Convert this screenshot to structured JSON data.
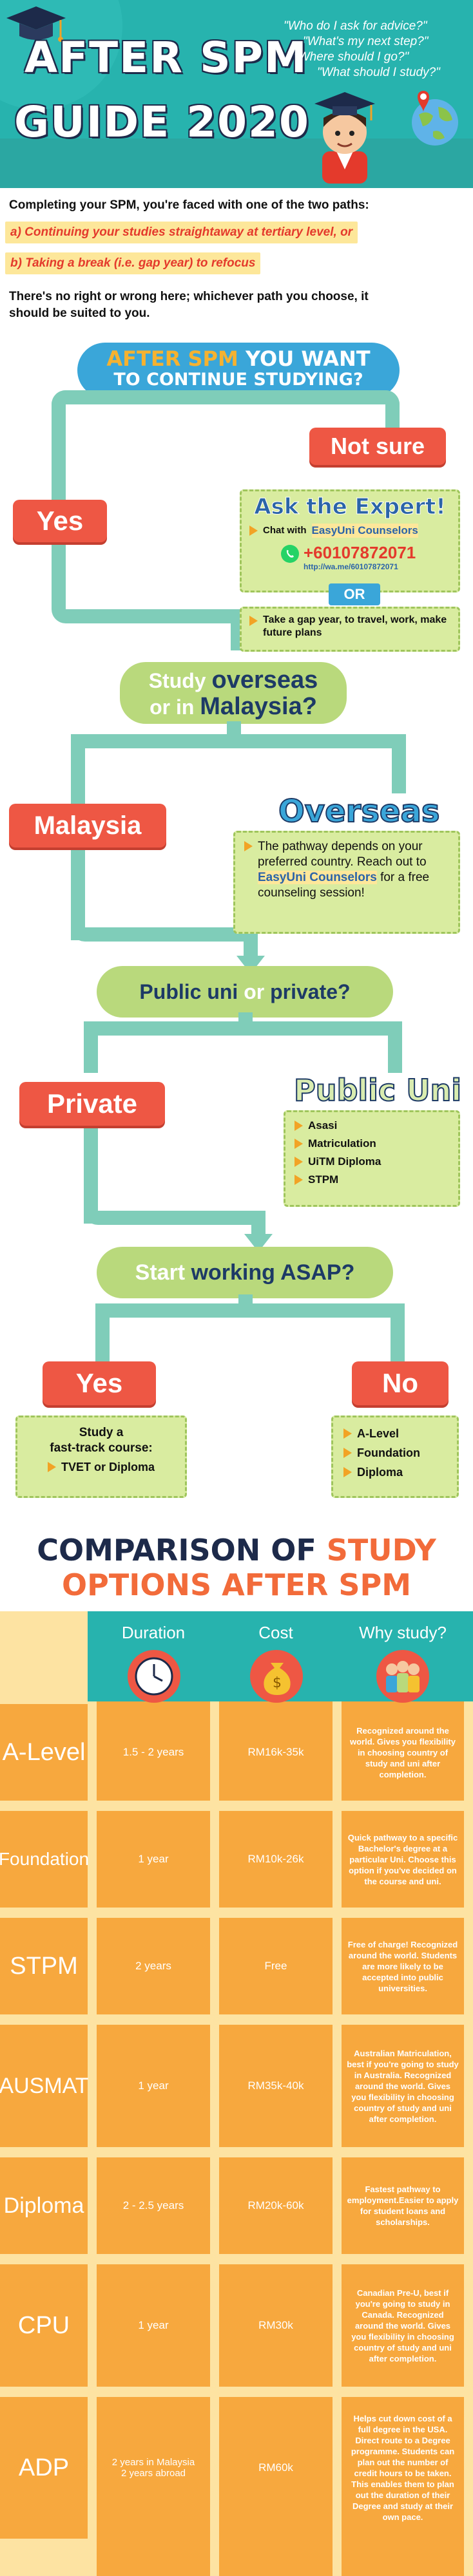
{
  "header": {
    "title_line1": "AFTER SPM",
    "title_line2": "GUIDE 2020",
    "questions": [
      "\"Who do I ask for advice?\"",
      "\"What's my next step?\"",
      "\"Where should I go?\"",
      "\"What should I study?\""
    ]
  },
  "intro": {
    "lead": "Completing your SPM, you're faced with one of the two paths:",
    "path_a": "a) Continuing your studies straightaway at tertiary level, or",
    "path_b": "b) Taking a break (i.e. gap year) to refocus",
    "closing": "There's no right or wrong here; whichever path you choose, it should be suited to you."
  },
  "flow": {
    "q1_part1": "AFTER SPM",
    "q1_part2": "YOU WANT",
    "q1_line2": "TO CONTINUE STUDYING?",
    "yes": "Yes",
    "not_sure": "Not sure",
    "ask_title": "Ask the Expert!",
    "chat_prefix": "Chat with",
    "chat_brand": "EasyUni Counselors",
    "phone": "+60107872071",
    "wa_link": "http://wa.me/60107872071",
    "or": "OR",
    "gap_year": "Take a gap year, to travel, work, make future plans",
    "q2_study": "Study",
    "q2_overseas": "overseas",
    "q2_or": "or in",
    "q2_malaysia": "Malaysia?",
    "malaysia": "Malaysia",
    "overseas_title": "Overseas",
    "overseas_text1": "The pathway depends on your preferred country. Reach out to",
    "overseas_brand": "EasyUni Counselors",
    "overseas_text2": "for a free counseling session!",
    "q3_public": "Public uni",
    "q3_or": "or",
    "q3_private": "private?",
    "private": "Private",
    "public_title": "Public Uni",
    "public_items": [
      "Asasi",
      "Matriculation",
      "UiTM Diploma",
      "STPM"
    ],
    "q4_start": "Start",
    "q4_rest": "working ASAP?",
    "yes2": "Yes",
    "no": "No",
    "fast_line1": "Study a",
    "fast_line2": "fast-track course:",
    "fast_item": "TVET or Diploma",
    "no_items": [
      "A-Level",
      "Foundation",
      "Diploma"
    ]
  },
  "comparison": {
    "title_part1": "COMPARISON OF",
    "title_part2": "STUDY",
    "title_line2": "OPTIONS AFTER SPM",
    "headers": [
      "Duration",
      "Cost",
      "Why study?"
    ],
    "rows": [
      {
        "name": "A-Level",
        "duration": "1.5 - 2 years",
        "cost": "RM16k-35k",
        "why": "Recognized around the world. Gives you flexibility in choosing country of study and uni after completion."
      },
      {
        "name": "Foundation",
        "duration": "1 year",
        "cost": "RM10k-26k",
        "why": "Quick pathway to a specific Bachelor's degree at a particular Uni. Choose this option if you've decided on the course and uni."
      },
      {
        "name": "STPM",
        "duration": "2 years",
        "cost": "Free",
        "why": "Free of charge! Recognized around the world. Students are more likely to be accepted into public universities."
      },
      {
        "name": "AUSMAT",
        "duration": "1 year",
        "cost": "RM35k-40k",
        "why": "Australian Matriculation, best if you're going to study in Australia. Recognized around the world. Gives you flexibility in choosing country of study and uni after completion."
      },
      {
        "name": "Diploma",
        "duration": "2 - 2.5 years",
        "cost": "RM20k-60k",
        "why": "Fastest pathway to employment.Easier to apply for student loans and scholarships."
      },
      {
        "name": "CPU",
        "duration": "1 year",
        "cost": "RM30k",
        "why": "Canadian Pre-U, best if you're going to study in Canada. Recognized around the world. Gives you flexibility in choosing country of study and uni after completion."
      },
      {
        "name": "ADP",
        "duration_line1": "2 years in Malaysia",
        "duration_line2": "2 years abroad",
        "cost": "RM60k",
        "why": "Helps cut down cost of a full degree in the USA. Direct route to a Degree programme. Students can plan out the number of credit hours to be taken. This enables them to plan out the duration of their Degree and study at their own pace."
      }
    ]
  },
  "colors": {
    "teal": "#27b3ae",
    "path": "#7fcdb9",
    "green": "#b9d97c",
    "red": "#ee5744",
    "orange": "#f5a64a",
    "yellow": "#fde79a"
  }
}
